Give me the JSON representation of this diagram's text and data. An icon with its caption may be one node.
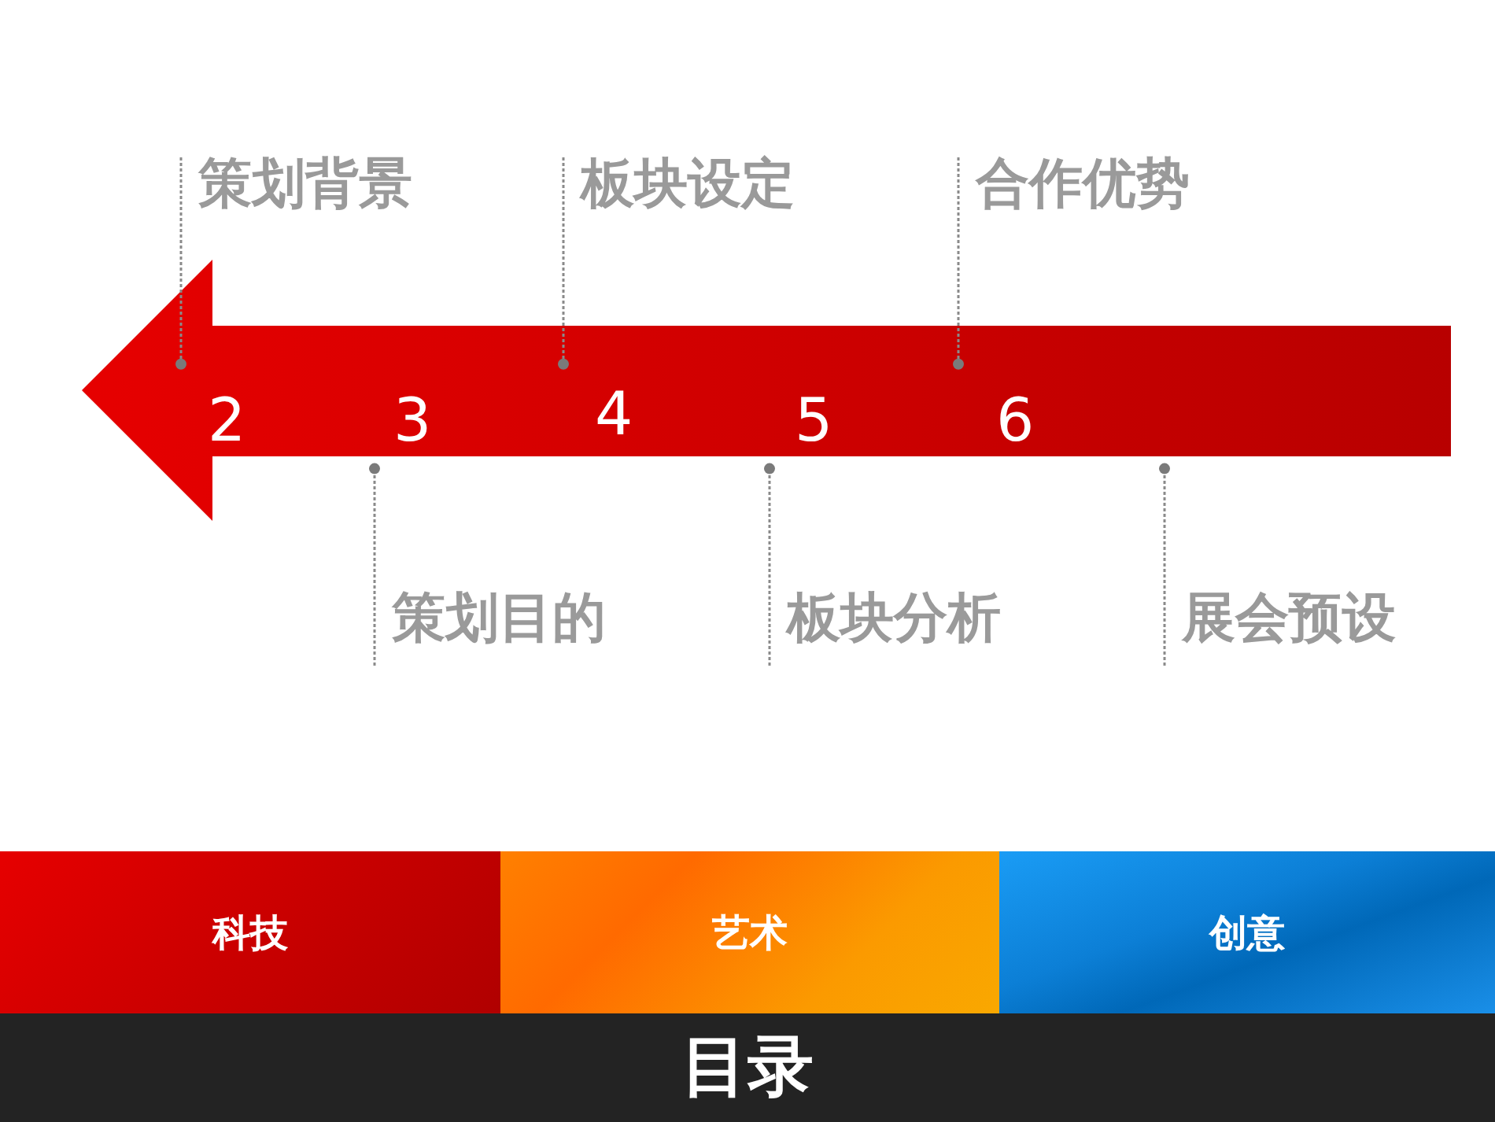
{
  "diagram": {
    "title": "目录",
    "nodes": [
      {
        "text": [
          "2",
          "3",
          "4",
          "5",
          "6"
        ]
      },
      {
        "text": [
          "策划背景"
        ]
      },
      {
        "text": [
          "策划目的"
        ]
      },
      {
        "text": [
          "板块设定"
        ]
      },
      {
        "text": [
          "板块分析"
        ]
      },
      {
        "text": [
          "合作优势"
        ]
      },
      {
        "text": [
          "展会预设"
        ]
      },
      {
        "text": [
          "科技"
        ]
      },
      {
        "text": [
          "艺术"
        ]
      },
      {
        "text": [
          "创意"
        ]
      }
    ],
    "edges": [
      {
        "from": 1,
        "to": 0,
        "arrow": "other",
        "style": "dashed"
      },
      {
        "from": 2,
        "to": 0,
        "arrow": "other",
        "style": "dashed"
      },
      {
        "from": 3,
        "to": 0,
        "arrow": "other",
        "style": "dashed"
      },
      {
        "from": 4,
        "to": 0,
        "arrow": "other",
        "style": "dashed"
      },
      {
        "from": 5,
        "to": 0,
        "arrow": "other",
        "style": "dashed"
      },
      {
        "from": 6,
        "to": 0,
        "arrow": "other",
        "style": "dashed"
      }
    ]
  }
}
